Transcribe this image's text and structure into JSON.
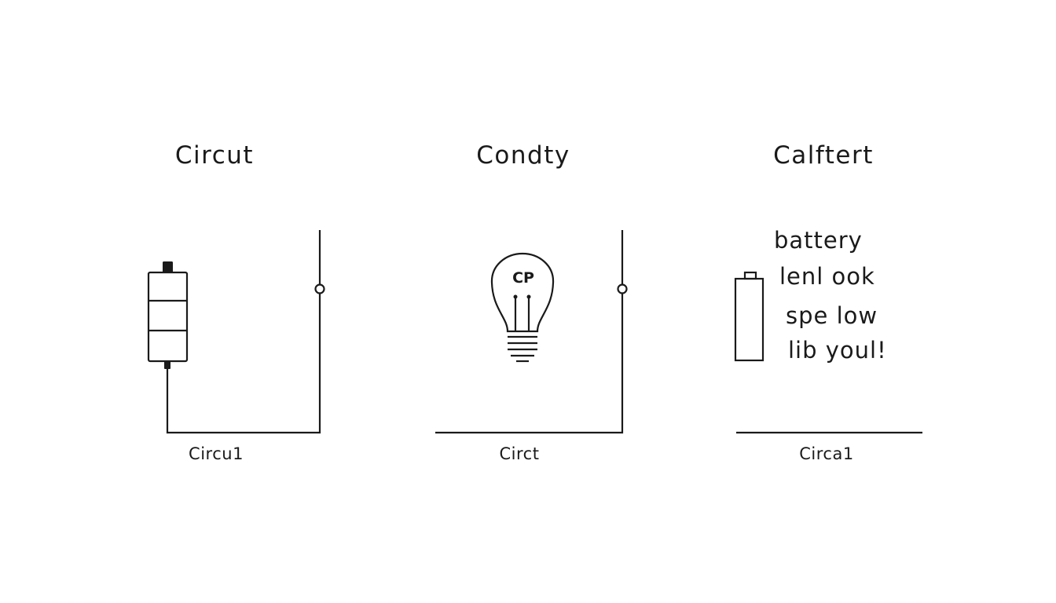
{
  "panels": [
    {
      "title": "Circut",
      "caption": "Circu1"
    },
    {
      "title": "Condty",
      "caption": "Circt",
      "bulb_label": "CP"
    },
    {
      "title": "Calftert",
      "caption": "Circa1",
      "note_lines": [
        "battery",
        "lenl ook",
        "spe low",
        "lib youl!"
      ]
    }
  ],
  "colors": {
    "background": "#ffffff",
    "ink": "#1a1a1a"
  }
}
